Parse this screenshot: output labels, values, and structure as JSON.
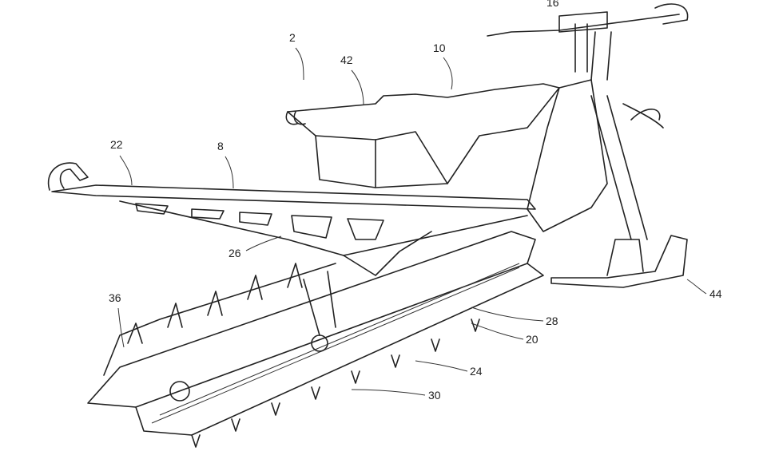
{
  "figure": {
    "reference_numerals": {
      "vehicle": "2",
      "rail_frame": "8",
      "seat": "10",
      "handlebar": "16",
      "rear_bumper": "22",
      "frame_member": "26",
      "storage": "42",
      "track": "36",
      "suspension": "28",
      "slide_rail": "20",
      "tunnel": "24",
      "track_lower": "30",
      "ski": "44"
    }
  }
}
